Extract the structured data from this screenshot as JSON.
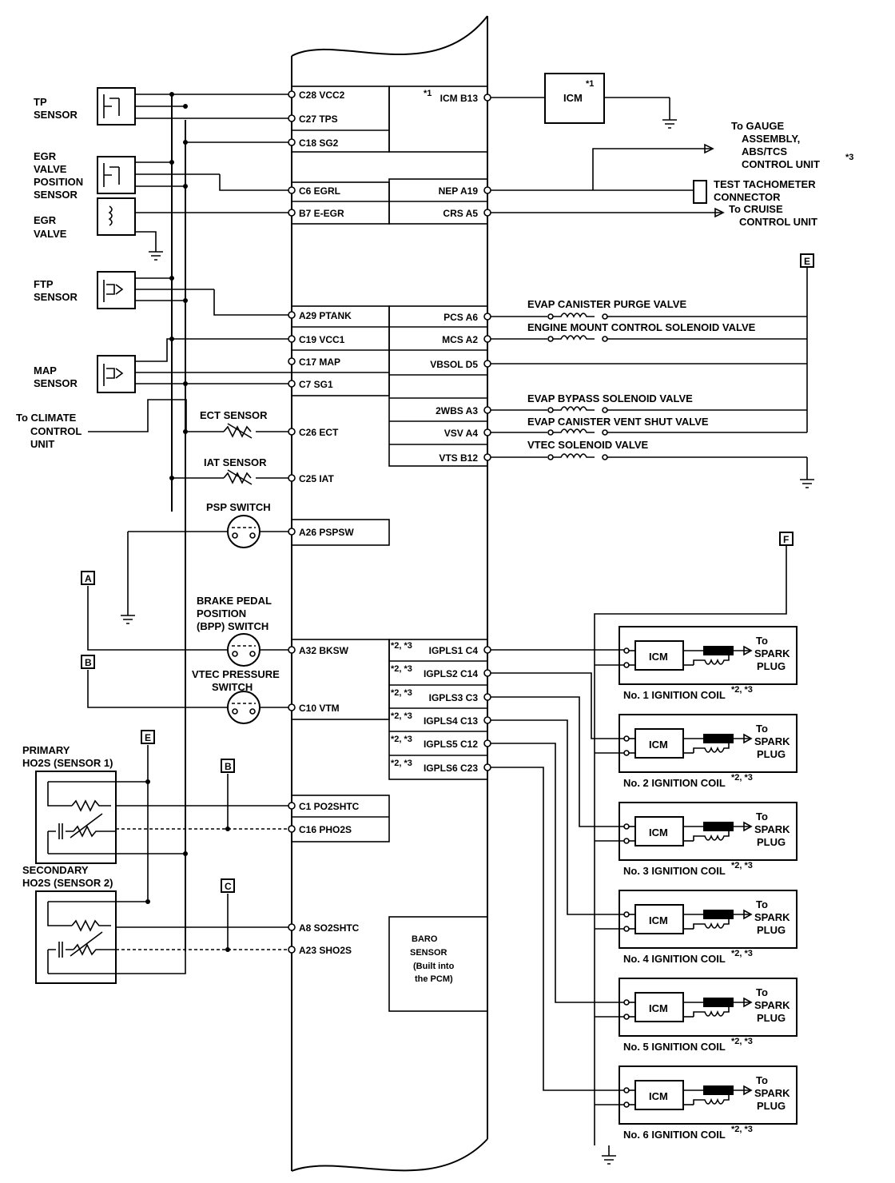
{
  "pcm_pins_left": [
    "C28 VCC2",
    "C27 TPS",
    "C18 SG2",
    "C6 EGRL",
    "B7 E-EGR",
    "A29 PTANK",
    "C19 VCC1",
    "C17 MAP",
    "C7 SG1",
    "C26 ECT",
    "C25 IAT",
    "A26 PSPSW",
    "A32 BKSW",
    "C10 VTM",
    "C1 PO2SHTC",
    "C16 PHO2S",
    "A8 SO2SHTC",
    "A23 SHO2S"
  ],
  "pcm_pins_right": [
    "ICM B13",
    "NEP A19",
    "CRS A5",
    "PCS A6",
    "MCS A2",
    "VBSOL D5",
    "2WBS A3",
    "VSV A4",
    "VTS B12",
    "IGPLS1 C4",
    "IGPLS2 C14",
    "IGPLS3 C3",
    "IGPLS4 C13",
    "IGPLS5 C12",
    "IGPLS6 C23"
  ],
  "notes": {
    "n1": "*1",
    "n23": "*2, *3",
    "n3": "*3"
  },
  "sensors": {
    "tp": [
      "TP",
      "SENSOR"
    ],
    "egr_pos": [
      "EGR",
      "VALVE",
      "POSITION",
      "SENSOR"
    ],
    "egr_valve": [
      "EGR",
      "VALVE"
    ],
    "ftp": [
      "FTP",
      "SENSOR"
    ],
    "map": [
      "MAP",
      "SENSOR"
    ],
    "climate": [
      "To CLIMATE",
      "CONTROL",
      "UNIT"
    ],
    "ect": "ECT SENSOR",
    "iat": "IAT SENSOR",
    "psp": "PSP SWITCH",
    "bpp": [
      "BRAKE PEDAL",
      "POSITION",
      "(BPP) SWITCH"
    ],
    "vtec_p": [
      "VTEC PRESSURE",
      "SWITCH"
    ],
    "ho2s1": [
      "PRIMARY",
      "HO2S (SENSOR 1)"
    ],
    "ho2s2": [
      "SECONDARY",
      "HO2S (SENSOR 2)"
    ]
  },
  "right_side": {
    "icm": "ICM",
    "gauge": [
      "To GAUGE",
      "ASSEMBLY,",
      "ABS/TCS",
      "CONTROL UNIT"
    ],
    "tach": [
      "TEST TACHOMETER",
      "CONNECTOR"
    ],
    "cruise": [
      "To CRUISE",
      "CONTROL UNIT"
    ],
    "evap_purge": "EVAP CANISTER PURGE VALVE",
    "mount": "ENGINE MOUNT CONTROL SOLENOID VALVE",
    "evap_bypass": "EVAP BYPASS SOLENOID VALVE",
    "evap_vent": "EVAP CANISTER VENT SHUT VALVE",
    "vtec_sol": "VTEC SOLENOID VALVE"
  },
  "baro": [
    "BARO",
    "SENSOR",
    "(Built into",
    "the PCM)"
  ],
  "connectors": {
    "a": "A",
    "b": "B",
    "c": "C",
    "e": "E",
    "f": "F"
  },
  "coils": {
    "icm": "ICM",
    "to": "To",
    "spark": "SPARK",
    "plug": "PLUG",
    "names": [
      "No. 1 IGNITION COIL",
      "No. 2 IGNITION COIL",
      "No. 3 IGNITION COIL",
      "No. 4 IGNITION COIL",
      "No. 5 IGNITION COIL",
      "No. 6 IGNITION COIL"
    ]
  }
}
